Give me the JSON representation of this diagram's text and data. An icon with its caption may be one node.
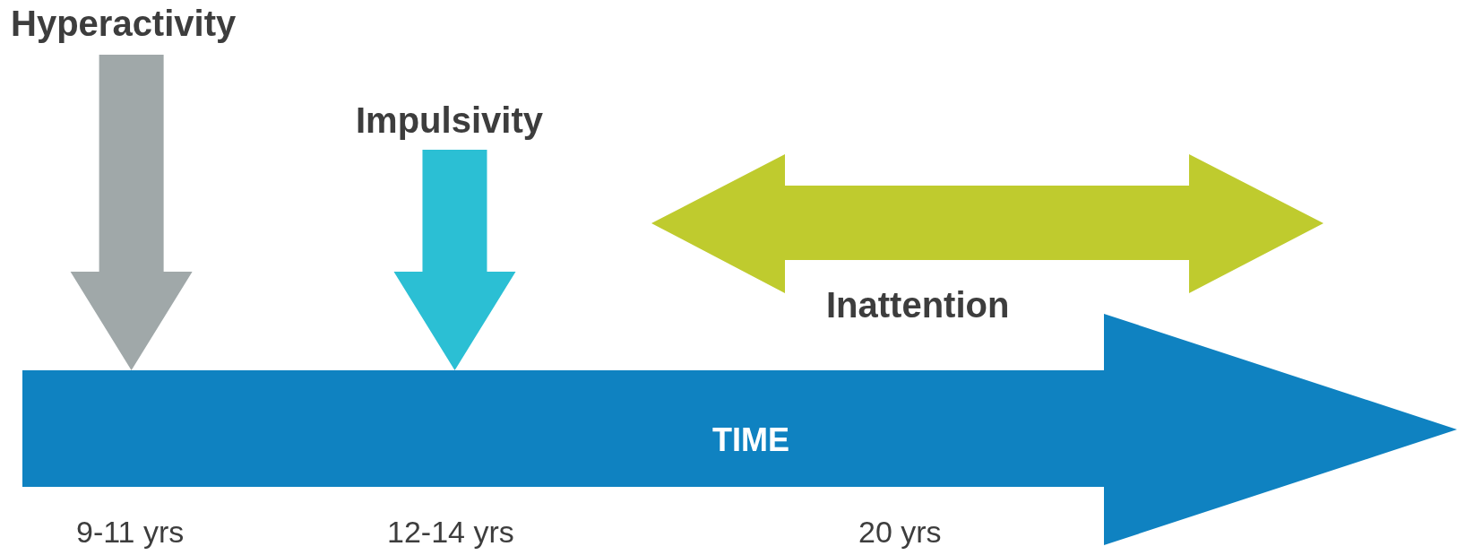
{
  "diagram": {
    "nodes": [
      {
        "text": [
          "Hyperactivity"
        ]
      },
      {
        "text": [
          "Impulsivity"
        ]
      },
      {
        "text": [
          "TIME"
        ]
      }
    ],
    "edges": [
      {
        "from": 0,
        "to": 2,
        "arrow": "to",
        "style": "thick",
        "color": "#a0a8a9"
      },
      {
        "from": 1,
        "to": 2,
        "arrow": "to",
        "style": "thick",
        "color": "#2bbfd4"
      }
    ],
    "labels": [
      "Inattention",
      "9-11 yrs",
      "12-14 yrs",
      "20 yrs"
    ]
  }
}
